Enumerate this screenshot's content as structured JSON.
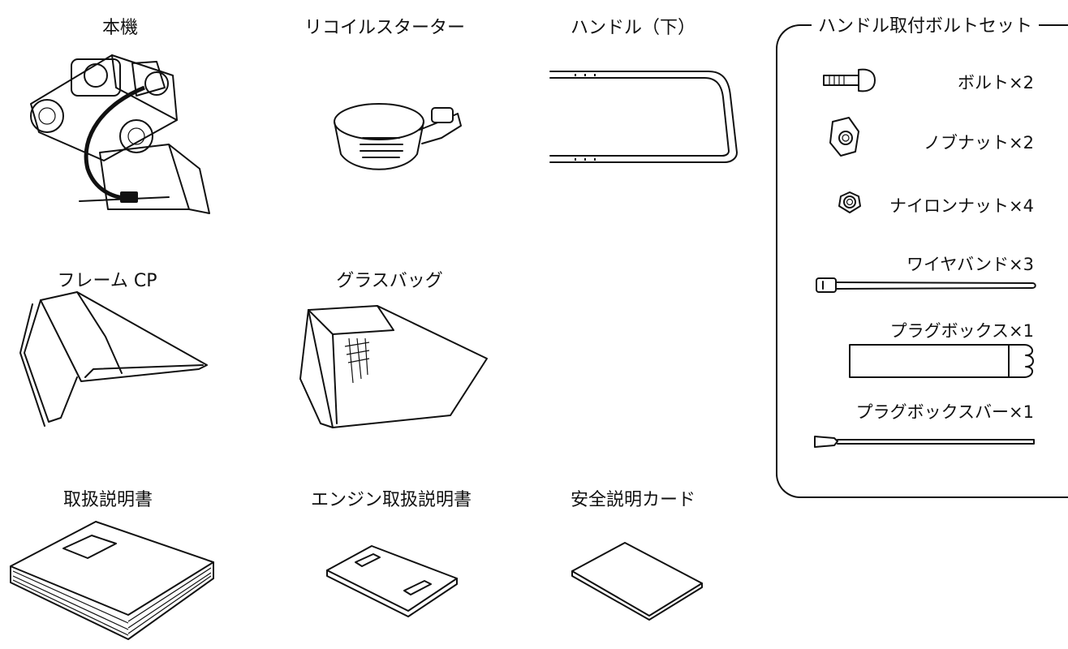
{
  "items": {
    "main_unit": "本機",
    "recoil_starter": "リコイルスターター",
    "handle_lower": "ハンドル（下）",
    "frame_cp": "フレーム CP",
    "grass_bag": "グラスバッグ",
    "manual": "取扱説明書",
    "engine_manual": "エンジン取扱説明書",
    "safety_card": "安全説明カード"
  },
  "bolt_set": {
    "title": "ハンドル取付ボルトセット",
    "parts": [
      {
        "label": "ボルト×2"
      },
      {
        "label": "ノブナット×2"
      },
      {
        "label": "ナイロンナット×4"
      },
      {
        "label": "ワイヤバンド×3"
      },
      {
        "label": "プラグボックス×1"
      },
      {
        "label": "プラグボックスバー×1"
      }
    ]
  }
}
